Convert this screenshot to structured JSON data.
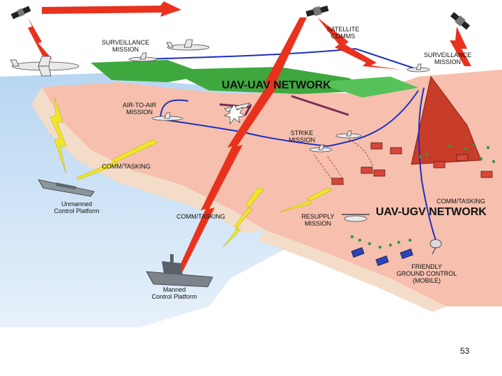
{
  "labels": {
    "satellite_comms": "SATELLITE\nCOMMS",
    "surveillance_left": "SURVEILLANCE\nMISSION",
    "surveillance_right": "SURVEILLANCE\nMISSION",
    "uav_uav_network": "UAV-UAV NETWORK",
    "air_to_air": "AIR-TO-AIR\nMISSION",
    "strike": "STRIKE\nMISSION",
    "comm_tasking_left": "COMM/TASKING",
    "comm_tasking_right": "COMM/TASKING",
    "comm_tasking_center": "COMM/TASKING",
    "unmanned_platform": "Unmanned\nControl Platform",
    "resupply": "RESUPPLY\nMISSION",
    "uav_ugv_network": "UAV-UGV NETWORK",
    "friendly_ground": "FRIENDLY\nGROUND CONTROL\n(MOBILE)",
    "manned_platform": "Manned\nControl Platform"
  },
  "page_number": "53",
  "colors": {
    "sea": "#cfe3f7",
    "land": "#f6bfae",
    "beach": "#f3dcc8",
    "green": "#3ea83e",
    "lightning_red": "#e8321e",
    "lightning_yellow": "#f0e62a",
    "link_blue": "#1b2fbf",
    "link_purple": "#7a2a55"
  }
}
